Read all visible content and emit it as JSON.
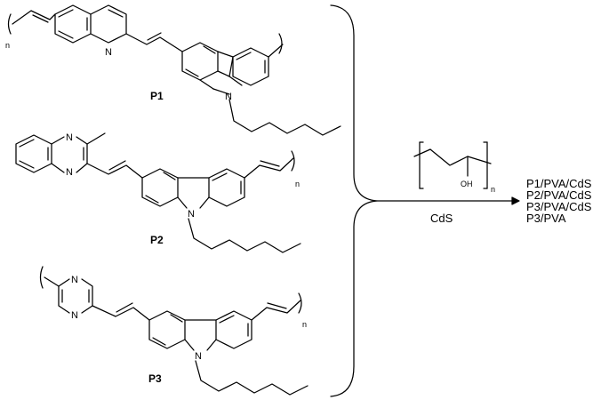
{
  "polymers": [
    {
      "label": "P1",
      "repeat_subscript": "n",
      "atoms": [
        "N",
        "N"
      ]
    },
    {
      "label": "P2",
      "repeat_subscript": "n",
      "atoms": [
        "N",
        "N",
        "N"
      ]
    },
    {
      "label": "P3",
      "repeat_subscript": "n",
      "atoms": [
        "N",
        "N",
        "N"
      ]
    }
  ],
  "pva": {
    "hydroxyl": "OH",
    "repeat_subscript": "n"
  },
  "reagent": "CdS",
  "products": [
    "P1/PVA/CdS",
    "P2/PVA/CdS",
    "P3/PVA/CdS",
    "P3/PVA"
  ]
}
